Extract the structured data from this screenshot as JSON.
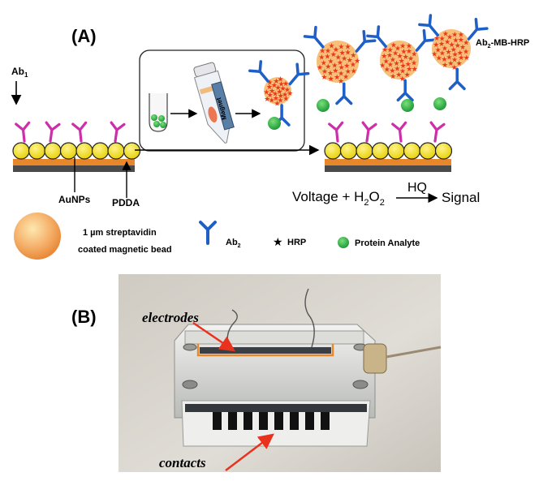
{
  "panel_a": {
    "label": "(A)",
    "ab1_label": "Ab",
    "ab1_sub": "1",
    "aunps_label": "AuNPs",
    "pdda_label": "PDDA",
    "magnet_label": "Magnet",
    "conjugate_label": "Ab",
    "conjugate_sub": "2",
    "conjugate_suffix": "-MB-HRP",
    "equation": {
      "part1": "Voltage + H",
      "sub1": "2",
      "part2": "O",
      "sub2": "2",
      "catalyst": "HQ",
      "product": "Signal"
    }
  },
  "legend": {
    "bead_line1": "1 µm streptavidin",
    "bead_line2": "coated magnetic bead",
    "ab2_label": "Ab",
    "ab2_sub": "2",
    "hrp_label": "HRP",
    "analyte_label": "Protein Analyte"
  },
  "panel_b": {
    "label": "(B)",
    "electrodes_label": "electrodes",
    "contacts_label": "contacts"
  },
  "colors": {
    "gold": "#f2e020",
    "substrate": "#4a4a4a",
    "pdda_layer": "#e8862a",
    "ab1": "#cc2fa8",
    "ab2": "#1f5fc8",
    "analyte": "#2fb34a",
    "hrp": "#e83a1a",
    "arrow_red": "#e8321e"
  }
}
